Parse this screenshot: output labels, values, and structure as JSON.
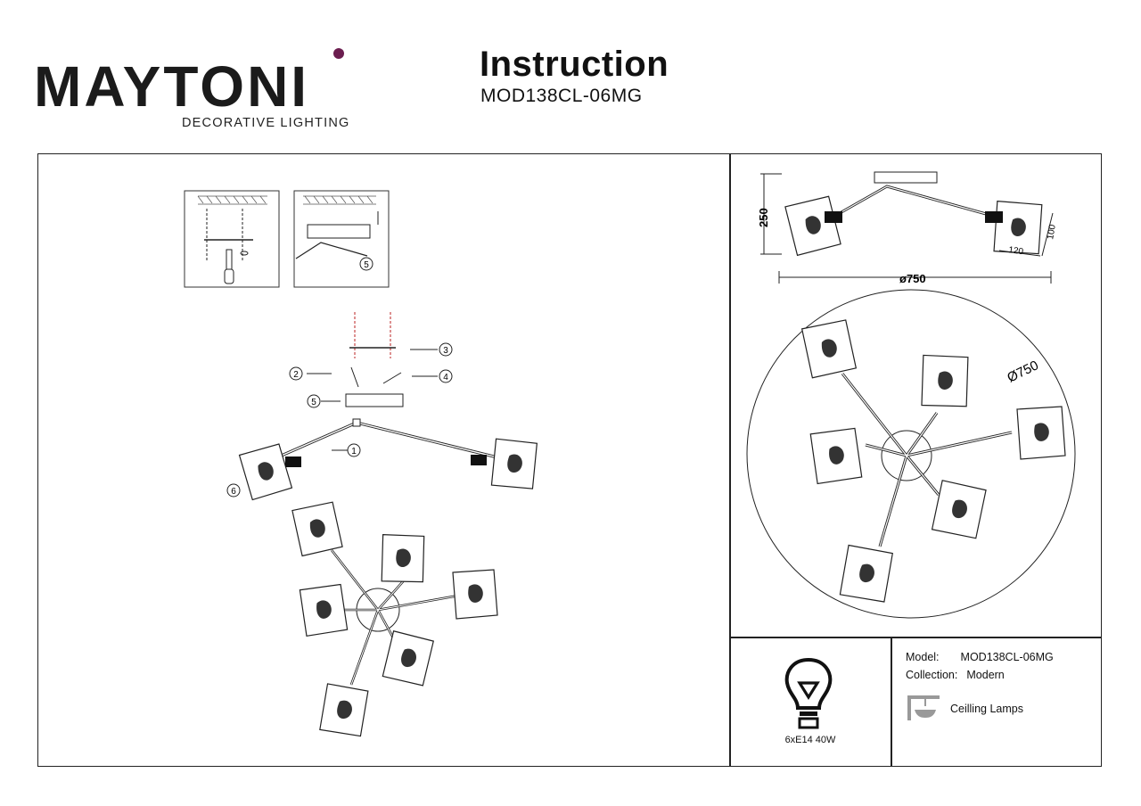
{
  "brand": {
    "name": "MAYTONI",
    "tagline": "DECORATIVE LIGHTING",
    "accent_color": "#6b1d4f"
  },
  "header": {
    "title": "Instruction",
    "model_code": "MOD138CL-06MG"
  },
  "assembly": {
    "step_numbers": [
      "1",
      "2",
      "3",
      "4",
      "5",
      "6"
    ],
    "inset_step_label": "5"
  },
  "dimensions": {
    "height": "250",
    "diameter_side": "ø750",
    "diameter_top": "Ø750",
    "shade_width": "120",
    "shade_height": "100"
  },
  "specs": {
    "bulb": "6xE14 40W",
    "model_label": "Model:",
    "model_value": "MOD138CL-06MG",
    "collection_label": "Collection:",
    "collection_value": "Modern",
    "type_value": "Ceilling Lamps",
    "bulb_icon": "light-bulb-icon",
    "type_icon": "ceiling-lamp-icon"
  }
}
